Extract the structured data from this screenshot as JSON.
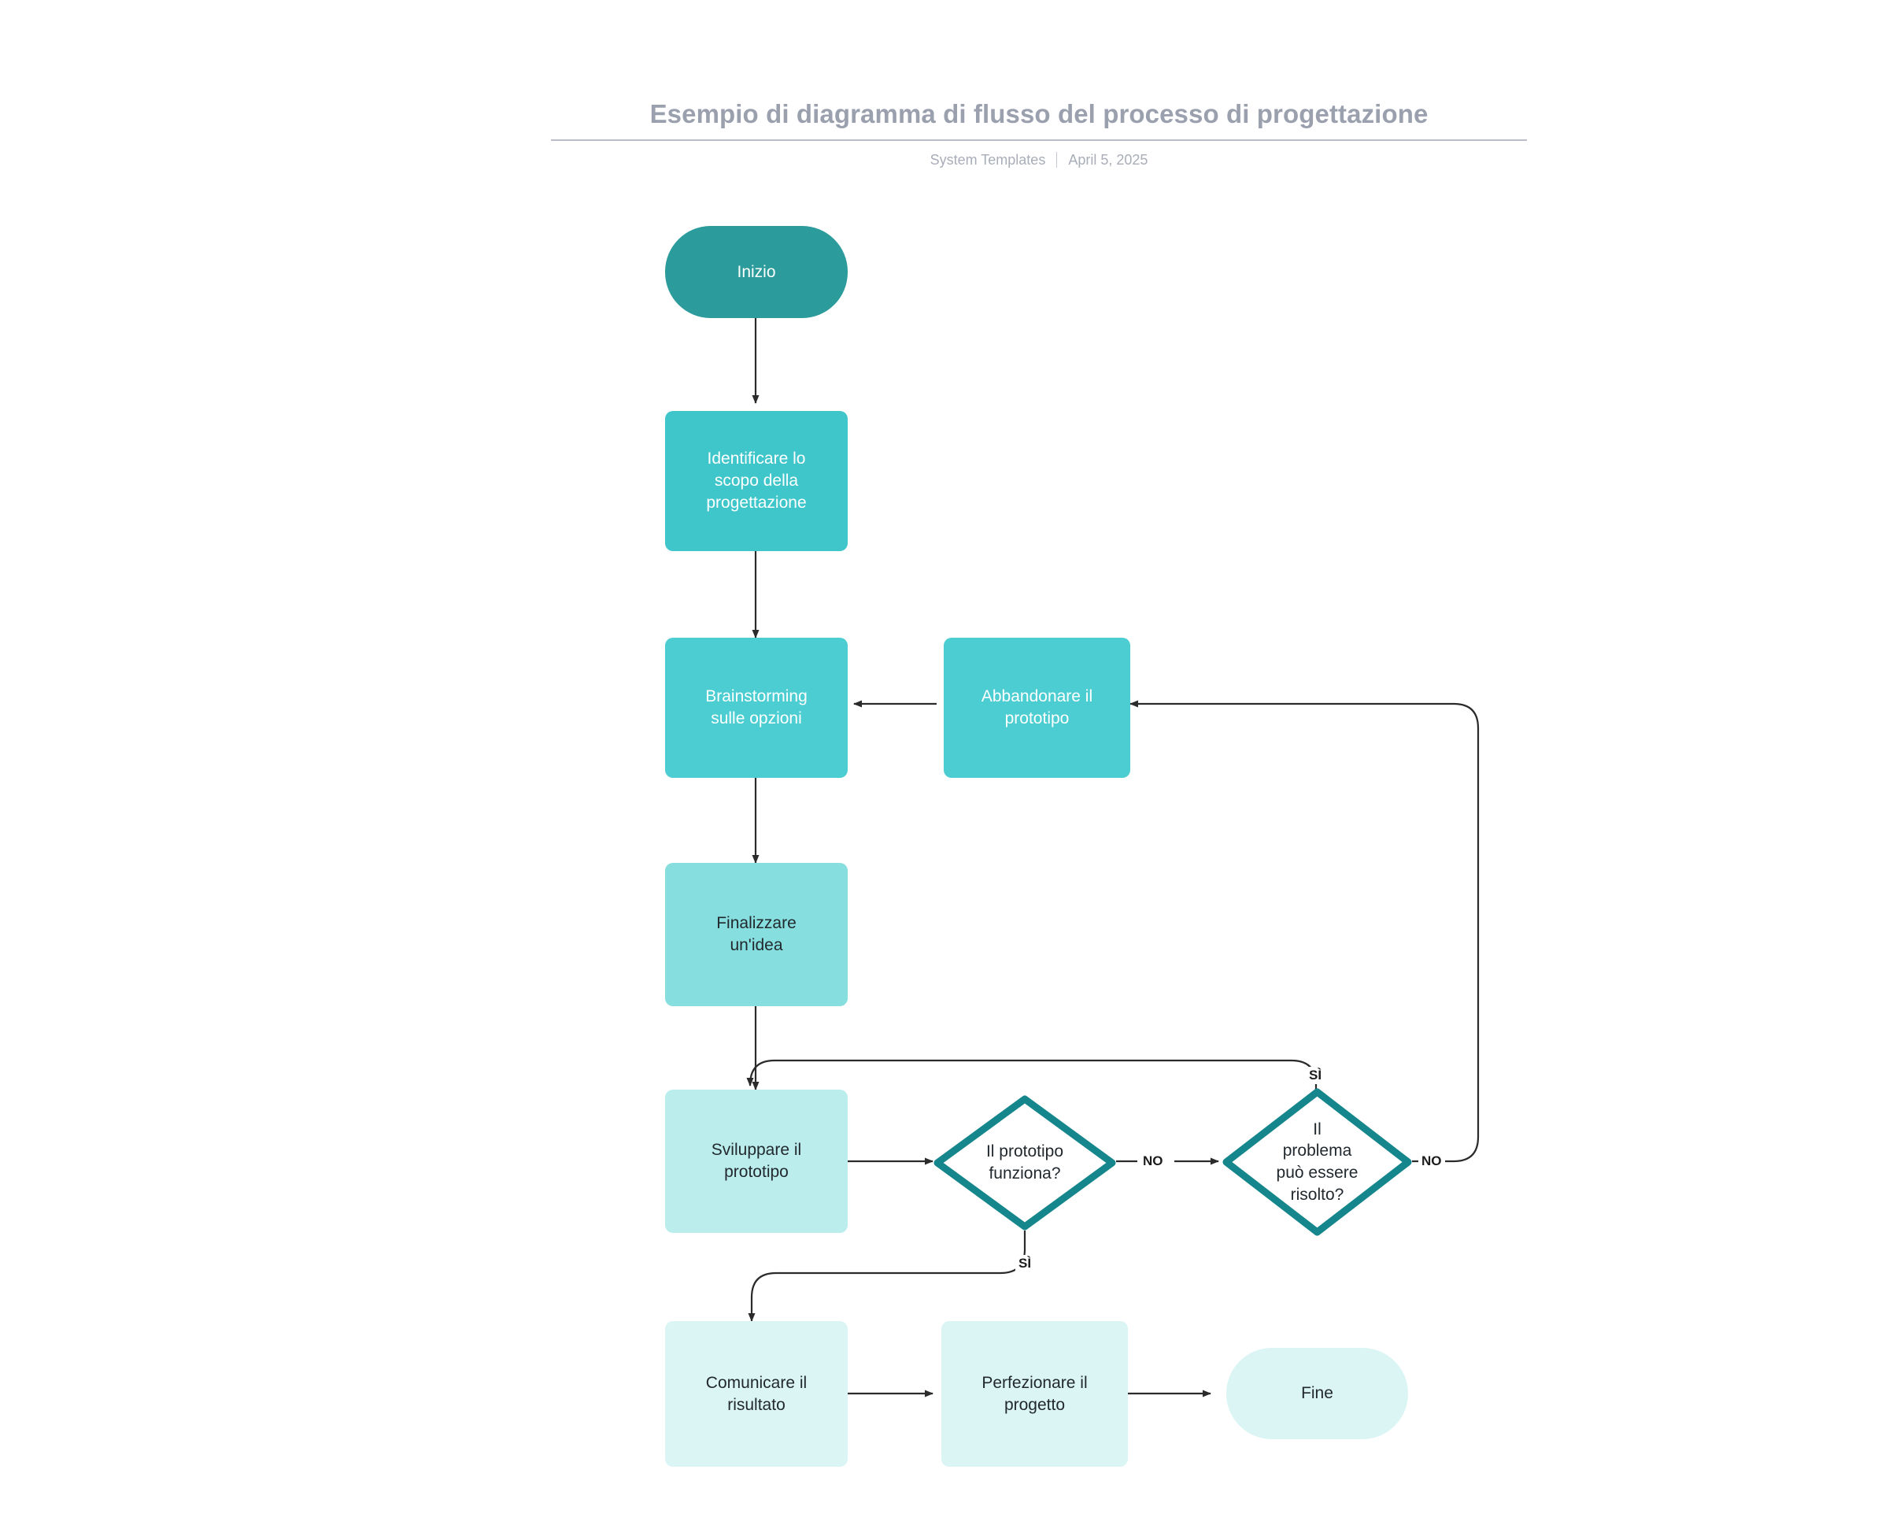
{
  "header": {
    "title": "Esempio di diagramma di flusso del processo di progettazione",
    "author": "System Templates",
    "date": "April 5, 2025"
  },
  "palette": {
    "start": "#2B9B9B",
    "step1": "#3FC6CB",
    "step2": "#3FC6CB",
    "step3": "#86DEDE",
    "step4": "#B4EAEA",
    "end_row": "#DBF4F4",
    "decision_stroke": "#14868C",
    "connector": "#2b2b2b",
    "text_light": "#ffffff",
    "text_dark": "#22292e"
  },
  "nodes": [
    {
      "id": "inizio",
      "label": "Inizio",
      "shape": "terminator"
    },
    {
      "id": "identificare",
      "label": "Identificare lo\nscopo della\nprogettazione",
      "shape": "process"
    },
    {
      "id": "brainstorming",
      "label": "Brainstorming\nsulle opzioni",
      "shape": "process"
    },
    {
      "id": "abbandonare",
      "label": "Abbandonare il\nprototipo",
      "shape": "process"
    },
    {
      "id": "finalizzare",
      "label": "Finalizzare\nun'idea",
      "shape": "process"
    },
    {
      "id": "sviluppare",
      "label": "Sviluppare il\nprototipo",
      "shape": "process"
    },
    {
      "id": "funziona",
      "label": "Il prototipo\nfunziona?",
      "shape": "decision"
    },
    {
      "id": "risolto",
      "label": "Il\nproblema\npuò essere\nrisolto?",
      "shape": "decision"
    },
    {
      "id": "comunicare",
      "label": "Comunicare il\nrisultato",
      "shape": "process"
    },
    {
      "id": "perfezionare",
      "label": "Perfezionare il\nprogetto",
      "shape": "process"
    },
    {
      "id": "fine",
      "label": "Fine",
      "shape": "terminator"
    }
  ],
  "edge_labels": {
    "funziona_no": "NO",
    "funziona_si": "SÌ",
    "risolto_no": "NO",
    "risolto_si": "SÌ"
  },
  "chart_data": {
    "type": "diagram",
    "title": "Esempio di diagramma di flusso del processo di progettazione",
    "edges": [
      {
        "from": "inizio",
        "to": "identificare",
        "label": ""
      },
      {
        "from": "identificare",
        "to": "brainstorming",
        "label": ""
      },
      {
        "from": "brainstorming",
        "to": "finalizzare",
        "label": ""
      },
      {
        "from": "finalizzare",
        "to": "sviluppare",
        "label": ""
      },
      {
        "from": "sviluppare",
        "to": "funziona",
        "label": ""
      },
      {
        "from": "funziona",
        "to": "risolto",
        "label": "NO"
      },
      {
        "from": "funziona",
        "to": "comunicare",
        "label": "SÌ"
      },
      {
        "from": "risolto",
        "to": "sviluppare",
        "label": "SÌ"
      },
      {
        "from": "risolto",
        "to": "abbandonare",
        "label": "NO"
      },
      {
        "from": "abbandonare",
        "to": "brainstorming",
        "label": ""
      },
      {
        "from": "comunicare",
        "to": "perfezionare",
        "label": ""
      },
      {
        "from": "perfezionare",
        "to": "fine",
        "label": ""
      }
    ]
  }
}
